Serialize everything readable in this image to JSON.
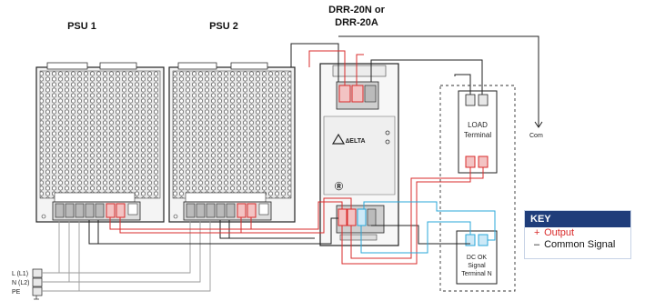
{
  "labels": {
    "psu1": "PSU 1",
    "psu2": "PSU 2",
    "module_line1": "DRR-20N or",
    "module_line2": "DRR-20A",
    "load_line1": "LOAD",
    "load_line2": "Terminal",
    "com": "Com",
    "dcok_line1": "DC OK",
    "dcok_line2": "Signal",
    "dcok_line3": "Terminal N",
    "ac_l": "L (L1)",
    "ac_n": "N (L2)",
    "ac_pe": "PE"
  },
  "key": {
    "title": "KEY",
    "output_symbol": "+",
    "output_label": "Output",
    "common_symbol": "–",
    "common_label": "Common Signal"
  },
  "colors": {
    "output": "#d92b2b",
    "common": "#222222",
    "signal": "#2aa7d8",
    "key_header": "#1f3d7a"
  }
}
